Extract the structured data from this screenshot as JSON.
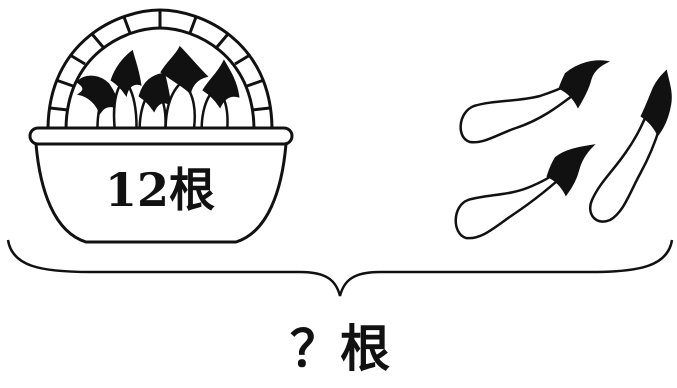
{
  "basket": {
    "count_label": "12根"
  },
  "total": {
    "label": "？根"
  },
  "loose_eggplants": {
    "count": 3
  },
  "colors": {
    "ink": "#111111",
    "background": "#ffffff"
  }
}
